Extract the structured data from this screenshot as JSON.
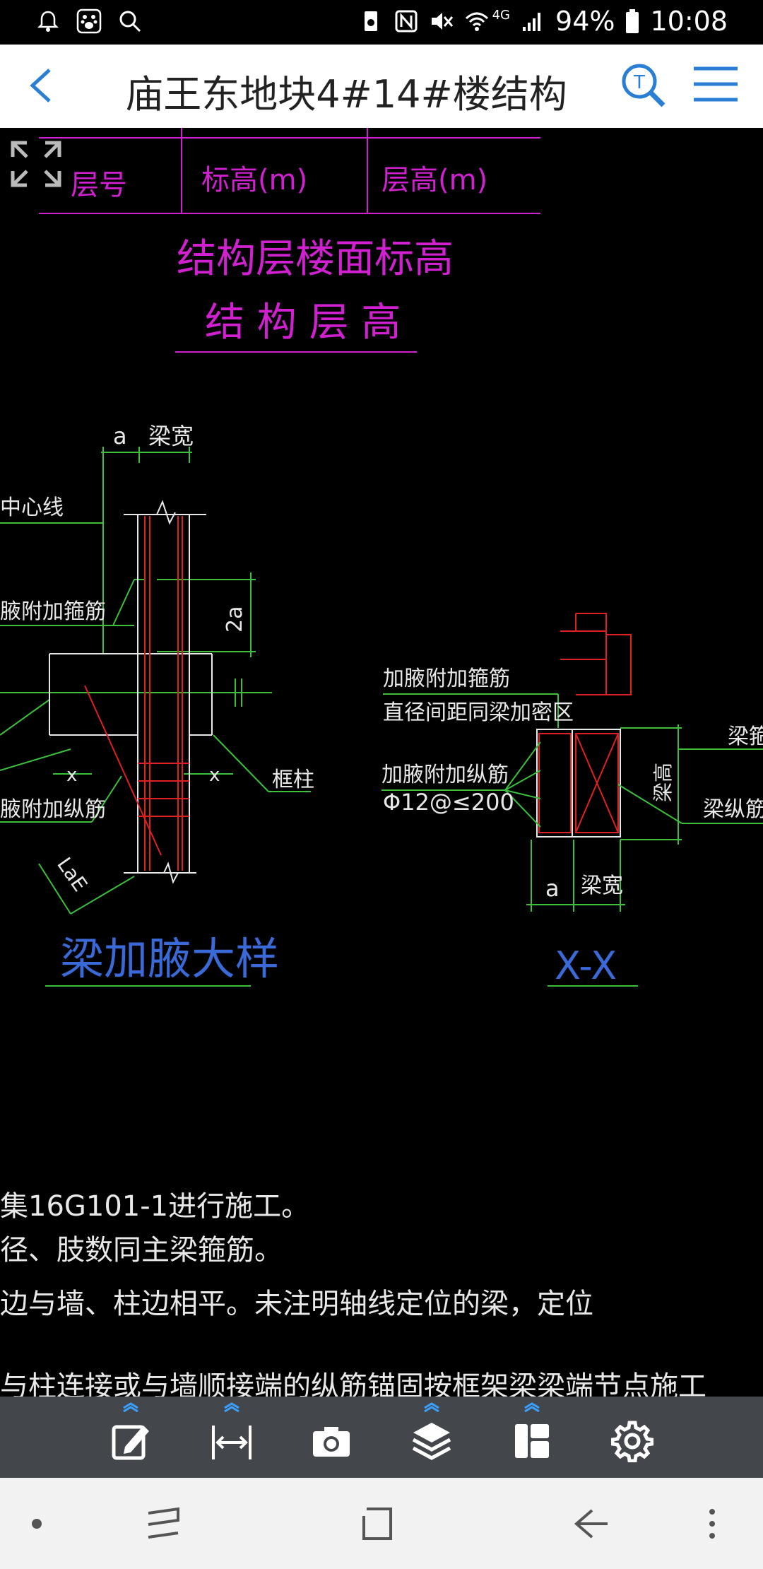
{
  "status_bar": {
    "battery": "94%",
    "time": "10:08",
    "network": "4G"
  },
  "app_bar": {
    "title": "庙王东地块4#14#楼结构"
  },
  "drawing": {
    "table_headers": [
      "层号",
      "标高(m)",
      "层高(m)"
    ],
    "table_caption_line1": "结构层楼面标高",
    "table_caption_line2": "结 构 层 高",
    "detail1": {
      "label_a": "a",
      "label_beam_width": "梁宽",
      "label_centerline": "中心线",
      "label_haunch_stirrup": "腋附加箍筋",
      "label_2a": "2a",
      "label_x_left": "x",
      "label_x_right": "x",
      "label_frame_column": "框柱",
      "label_haunch_long": "腋附加纵筋",
      "label_lae": "LaE",
      "title": "梁加腋大样"
    },
    "detail2": {
      "label_haunch_stirrup": "加腋附加箍筋",
      "label_diameter": "直径间距同梁加密区",
      "label_haunch_long": "加腋附加纵筋",
      "label_spec": "Φ12@≤200",
      "label_beam_stirrup": "梁箍筋",
      "label_beam_height": "梁高",
      "label_beam_long": "梁纵筋、",
      "label_a": "a",
      "label_beam_width": "梁宽",
      "title": "X-X"
    },
    "notes": [
      "集16G101-1进行施工。",
      "径、肢数同主梁箍筋。",
      "边与墙、柱边相平。未注明轴线定位的梁，定位",
      "与柱连接或与墙顺接端的纵筋锚固按框架梁梁端节点施工"
    ]
  },
  "colors": {
    "magenta": "#d020d0",
    "green": "#3cc03c",
    "red": "#e02020",
    "white": "#e8e8e8",
    "blue": "#3a6ad8",
    "accent": "#2a7fd4",
    "toolbar_bg": "#43474b"
  },
  "icons": {
    "back": "chevron-left-icon",
    "search": "search-text-icon",
    "menu": "hamburger-menu-icon",
    "fullscreen": "expand-icon",
    "tools": [
      "edit-icon",
      "measure-icon",
      "camera-icon",
      "layers-icon",
      "layout-icon",
      "settings-icon"
    ]
  }
}
